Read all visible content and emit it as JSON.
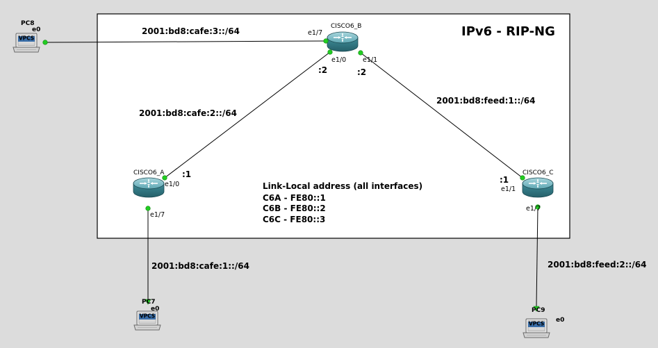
{
  "title": "IPv6 - RIP-NG",
  "routers": {
    "a": {
      "name": "CISCO6_A"
    },
    "b": {
      "name": "CISCO6_B"
    },
    "c": {
      "name": "CISCO6_C"
    }
  },
  "pcs": {
    "pc8": {
      "name": "PC8",
      "iface": "e0",
      "badge": "VPCS"
    },
    "pc7": {
      "name": "PC7",
      "iface": "e0",
      "badge": "VPCS"
    },
    "pc9": {
      "name": "PC9",
      "iface": "e0",
      "badge": "VPCS"
    }
  },
  "interfaces": {
    "b_e17": "e1/7",
    "b_e10": "e1/0",
    "b_e11": "e1/1",
    "a_e10": "e1/0",
    "a_e17": "e1/7",
    "c_e11": "e1/1",
    "c_e17": "e1/7"
  },
  "host_ids": {
    "b_left": ":2",
    "b_right": ":2",
    "a": ":1",
    "c": ":1"
  },
  "networks": {
    "pc8_b": "2001:bd8:cafe:3::/64",
    "a_b": "2001:bd8:cafe:2::/64",
    "b_c": "2001:bd8:feed:1::/64",
    "a_pc7": "2001:bd8:cafe:1::/64",
    "c_pc9": "2001:bd8:feed:2::/64"
  },
  "link_local": {
    "heading": "Link-Local address (all interfaces)",
    "lines": [
      "C6A - FE80::1",
      "C6B - FE80::2",
      "C6C - FE80::3"
    ]
  },
  "colors": {
    "background": "#dcdcdc",
    "frame_border": "#000000",
    "frame_fill": "#ffffff",
    "link": "#000000",
    "port_dot": "#22cc22",
    "router_body": "#3f8c98",
    "vpcs_badge": "#3a6ea8"
  }
}
